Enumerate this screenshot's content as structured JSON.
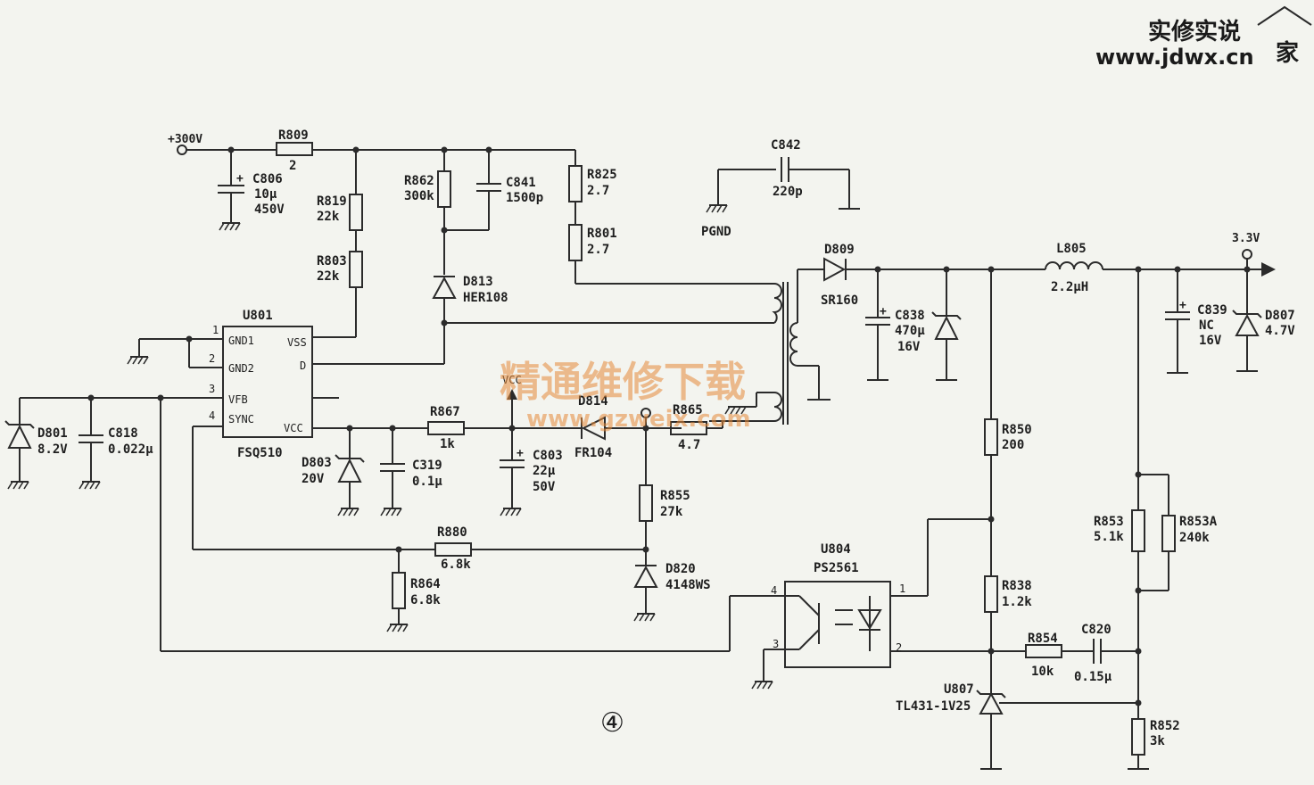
{
  "logo": {
    "line1": "实修实说",
    "line2": "www.jdwx.cn",
    "mark": "家"
  },
  "watermark": {
    "cn": "精通维修下载",
    "url": "www.gzweix.com"
  },
  "figure_number": "④",
  "nets": {
    "hv": "+300V",
    "out": "3.3V",
    "pgnd": "PGND",
    "vcc": "VCC"
  },
  "ic": {
    "ref": "U801",
    "part": "FSQ510",
    "pins": {
      "gnd1": "GND1",
      "gnd2": "GND2",
      "vfb": "VFB",
      "sync": "SYNC",
      "vss": "VSS",
      "d": "D",
      "vcc": "VCC",
      "n1": "1",
      "n2": "2",
      "n3": "3",
      "n4": "4"
    }
  },
  "opto": {
    "ref": "U804",
    "part": "PS2561",
    "p1": "1",
    "p2": "2",
    "p3": "3",
    "p4": "4"
  },
  "shunt": {
    "ref": "U807",
    "part": "TL431-1V25"
  },
  "parts": {
    "R809": {
      "ref": "R809",
      "val": "2"
    },
    "C806": {
      "ref": "C806",
      "val": "10μ",
      "val2": "450V"
    },
    "R819": {
      "ref": "R819",
      "val": "22k"
    },
    "R803": {
      "ref": "R803",
      "val": "22k"
    },
    "R862": {
      "ref": "R862",
      "val": "300k"
    },
    "C841": {
      "ref": "C841",
      "val": "1500p"
    },
    "D813": {
      "ref": "D813",
      "val": "HER108"
    },
    "R825": {
      "ref": "R825",
      "val": "2.7"
    },
    "R801": {
      "ref": "R801",
      "val": "2.7"
    },
    "C842": {
      "ref": "C842",
      "val": "220p"
    },
    "D809": {
      "ref": "D809",
      "val": "SR160"
    },
    "C838": {
      "ref": "C838",
      "val": "470μ",
      "val2": "16V"
    },
    "L805": {
      "ref": "L805",
      "val": "2.2μH"
    },
    "C839": {
      "ref": "C839",
      "val": "NC",
      "val2": "16V"
    },
    "D807": {
      "ref": "D807",
      "val": "4.7V"
    },
    "D801": {
      "ref": "D801",
      "val": "8.2V"
    },
    "C818": {
      "ref": "C818",
      "val": "0.022μ"
    },
    "D803": {
      "ref": "D803",
      "val": "20V"
    },
    "C319": {
      "ref": "C319",
      "val": "0.1μ"
    },
    "R867": {
      "ref": "R867",
      "val": "1k"
    },
    "C803": {
      "ref": "C803",
      "val": "22μ",
      "val2": "50V"
    },
    "D814": {
      "ref": "D814",
      "val": "FR104"
    },
    "R865": {
      "ref": "R865",
      "val": "4.7"
    },
    "R855": {
      "ref": "R855",
      "val": "27k"
    },
    "R880": {
      "ref": "R880",
      "val": "6.8k"
    },
    "R864": {
      "ref": "R864",
      "val": "6.8k"
    },
    "D820": {
      "ref": "D820",
      "val": "4148WS"
    },
    "R850": {
      "ref": "R850",
      "val": "200"
    },
    "R838": {
      "ref": "R838",
      "val": "1.2k"
    },
    "R854": {
      "ref": "R854",
      "val": "10k"
    },
    "C820": {
      "ref": "C820",
      "val": "0.15μ"
    },
    "R853": {
      "ref": "R853",
      "val": "5.1k"
    },
    "R853A": {
      "ref": "R853A",
      "val": "240k"
    },
    "R852": {
      "ref": "R852",
      "val": "3k"
    }
  }
}
